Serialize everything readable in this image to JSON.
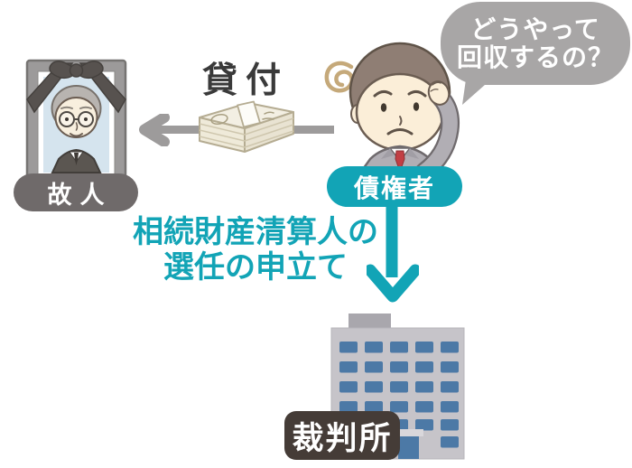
{
  "scene": {
    "deceased": {
      "label": "故人"
    },
    "loan": {
      "label": "貸付"
    },
    "creditor": {
      "label": "債権者",
      "speech": {
        "line1": "どうやって",
        "line2": "回収するの？"
      }
    },
    "petition": {
      "line1": "相続財産清算人の",
      "line2": "選任の申立て"
    },
    "court": {
      "label": "裁判所"
    }
  },
  "icons": {
    "memorial_portrait": "memorial-portrait-with-black-ribbon",
    "money_stack": "money-stack",
    "left_arrow": "gray-left-arrow",
    "worried_man": "worried-businessman",
    "confusion_swirl": "confusion-swirl",
    "down_arrow": "teal-down-arrow",
    "court_building": "court-building"
  },
  "colors": {
    "teal": "#12a4b6",
    "label_gray": "#6f6a6a",
    "bubble_gray": "#a8a6a6",
    "arrow_gray": "#9d9b9b",
    "loan_text": "#3a3a3a",
    "building_gray": "#c6c4c9",
    "window_blue": "#4c79a6",
    "sign_brown": "#453c37",
    "skin": "#fbeed8",
    "suit_gray": "#b1aeb4",
    "tie_red": "#c23f44"
  }
}
